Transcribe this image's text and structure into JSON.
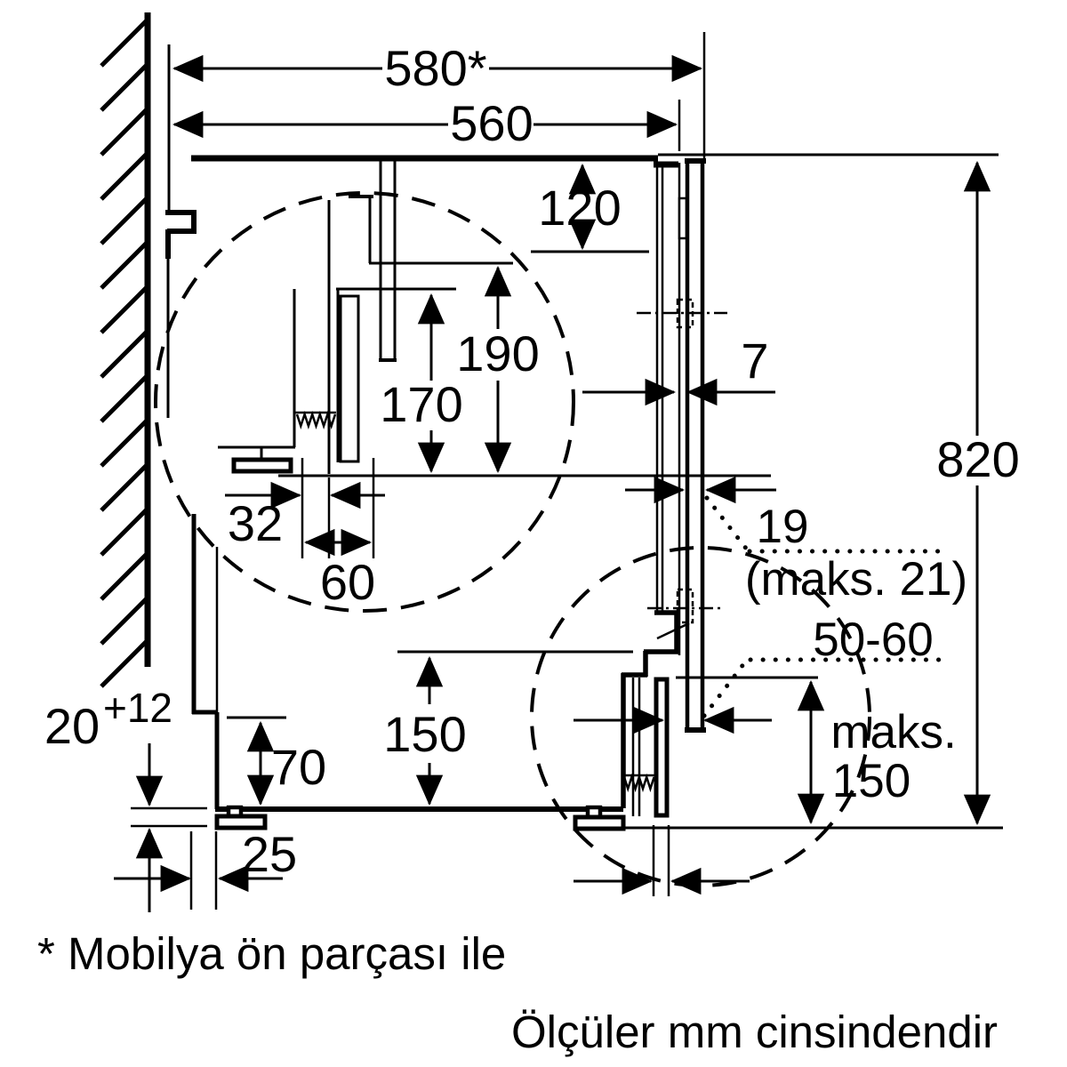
{
  "dims": {
    "d580": "580*",
    "d560": "560",
    "d120": "120",
    "d190": "190",
    "d170": "170",
    "d32": "32",
    "d60": "60",
    "d7": "7",
    "d820": "820",
    "d19": "19",
    "d19max": "(maks. 21)",
    "d5060": "50-60",
    "dmaks": "maks.",
    "dmaks150": "150",
    "d150": "150",
    "d70": "70",
    "d20": "20",
    "d20sup": "+12",
    "d25": "25"
  },
  "notes": {
    "footnote": "* Mobilya ön parçası ile",
    "units": "Ölçüler mm cinsindendir"
  },
  "colors": {
    "line": "#000000",
    "bg": "#ffffff"
  }
}
